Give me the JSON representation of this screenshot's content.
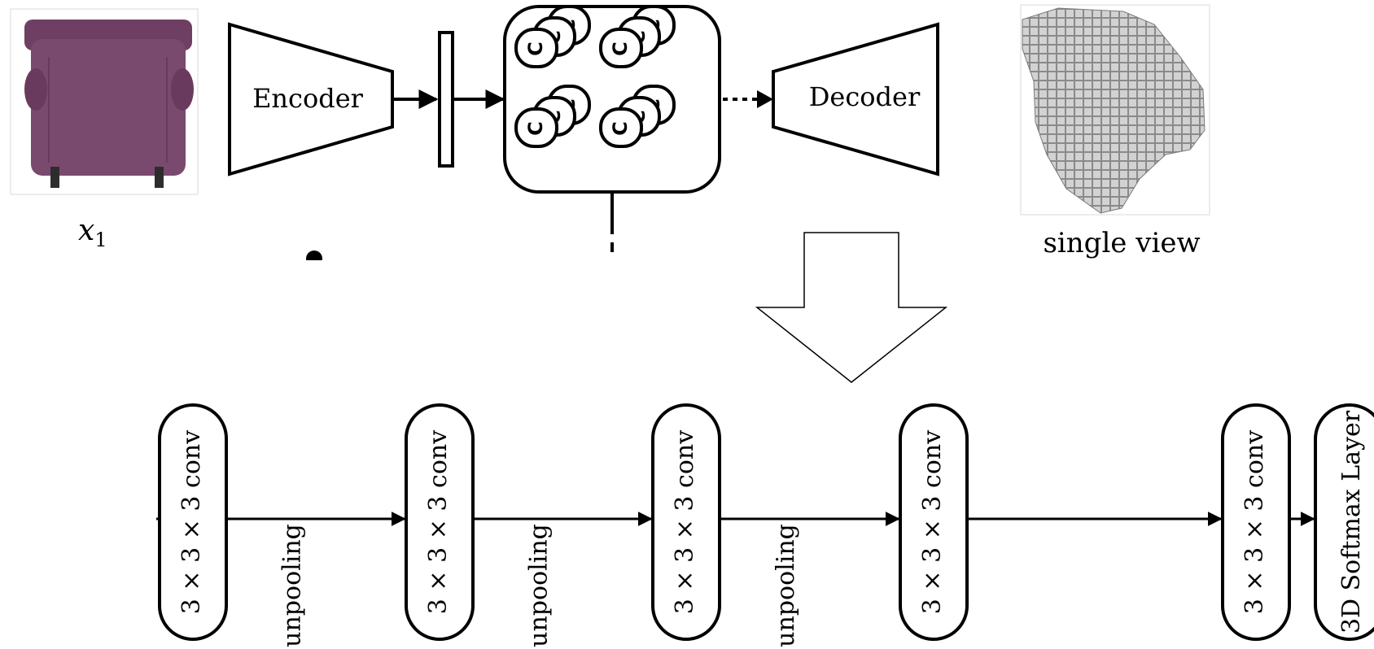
{
  "top_pipeline": {
    "input_label": "x",
    "input_label_subscript": "1",
    "encoder_label": "Encoder",
    "decoder_label": "Decoder",
    "output_label": "single view",
    "lstm_cell_glyph": "C"
  },
  "decoder_detail": {
    "conv_label": "3 × 3 × 3 conv",
    "unpool_label": "unpooling",
    "softmax_label": "3D Softmax Layer"
  },
  "colors": {
    "stroke": "#000000",
    "chair": "#7a4a6e",
    "voxel": "#c8c8c8",
    "frame": "#cccccc"
  }
}
